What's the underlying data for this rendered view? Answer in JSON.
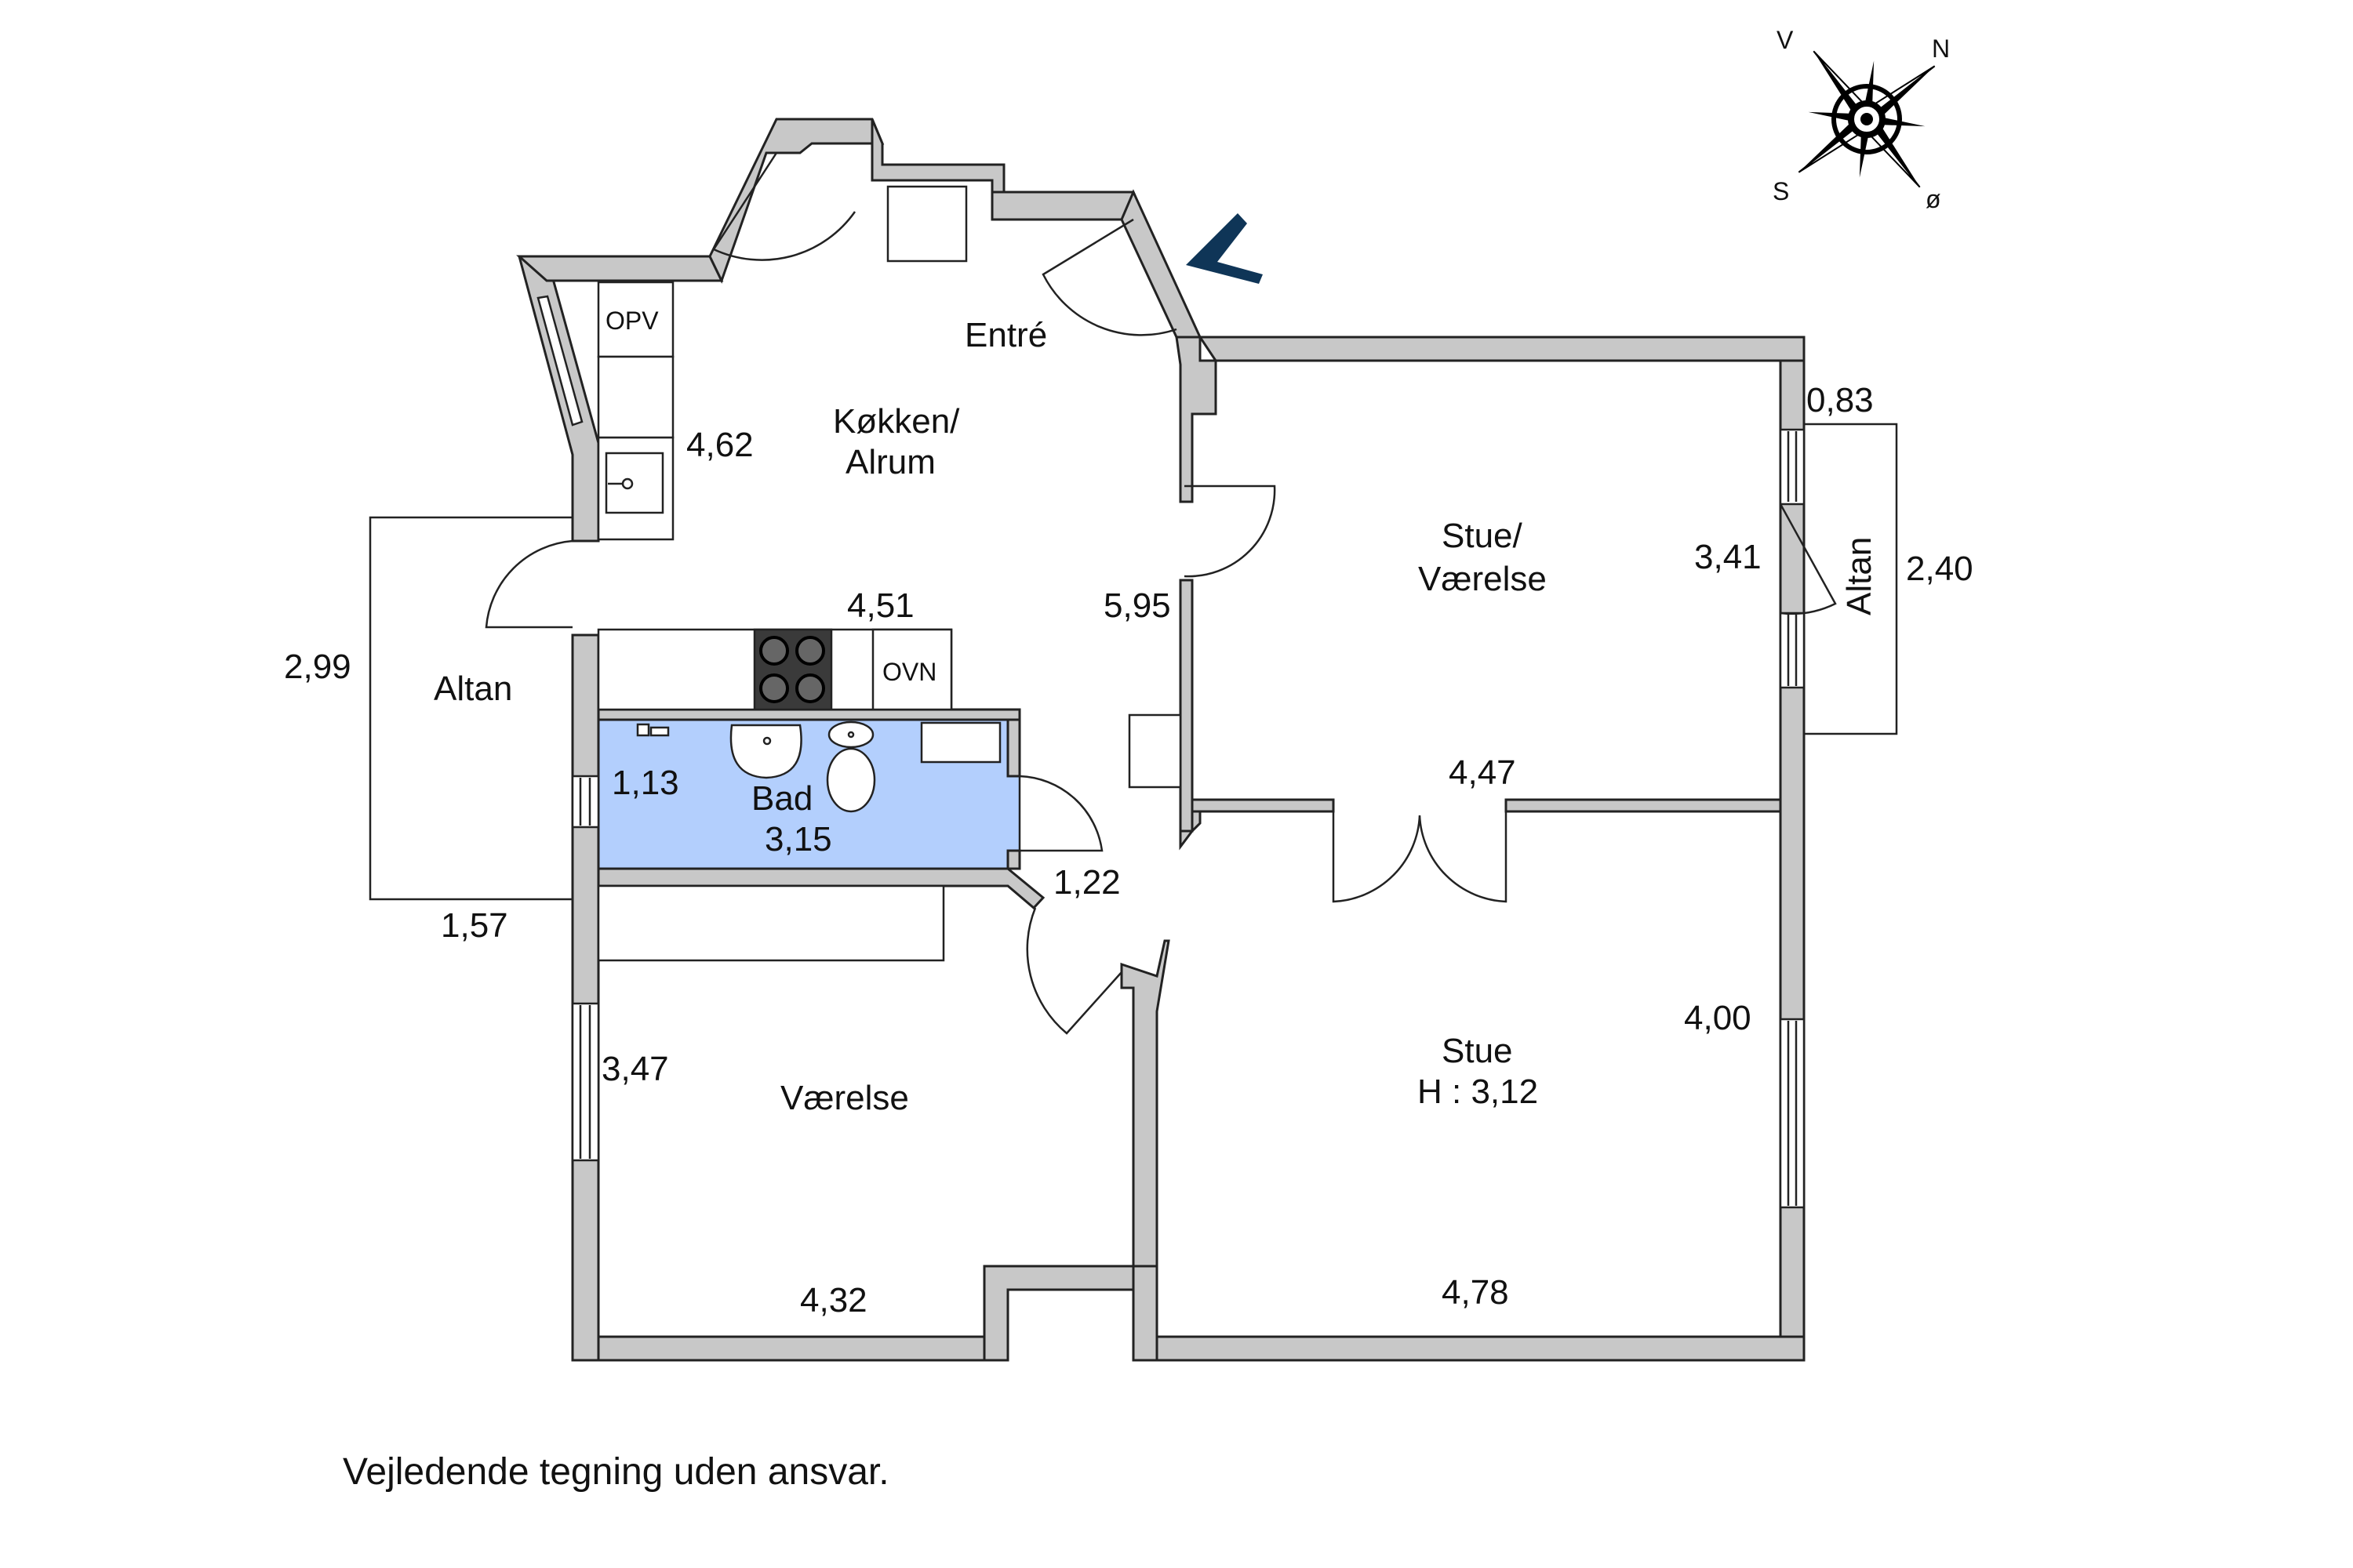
{
  "rooms": {
    "entre": "Entré",
    "kokken": [
      "Køkken/",
      "Alrum"
    ],
    "stue_vaerelse": [
      "Stue/",
      "Værelse"
    ],
    "altan_left": "Altan",
    "altan_right": "Altan",
    "bad": [
      "Bad",
      "3,15"
    ],
    "vaerelse": "Værelse",
    "stue": [
      "Stue",
      "H : 3,12"
    ]
  },
  "fixtures": {
    "opv": "OPV",
    "ovn": "OVN"
  },
  "dimensions": {
    "d_4_62": "4,62",
    "d_4_51": "4,51",
    "d_5_95": "5,95",
    "d_2_99": "2,99",
    "d_1_57": "1,57",
    "d_1_13": "1,13",
    "d_1_22": "1,22",
    "d_3_47": "3,47",
    "d_4_32": "4,32",
    "d_4_78": "4,78",
    "d_4_00": "4,00",
    "d_4_47": "4,47",
    "d_3_41": "3,41",
    "d_0_83": "0,83",
    "d_2_40": "2,40"
  },
  "compass": {
    "n": "N",
    "v": "V",
    "s": "S",
    "o": "ø"
  },
  "disclaimer": "Vejledende tegning uden ansvar.",
  "colors": {
    "bathroom": "#b3cffd",
    "wall": "#c8c8c8",
    "entrance_arrow": "#0f3557"
  }
}
